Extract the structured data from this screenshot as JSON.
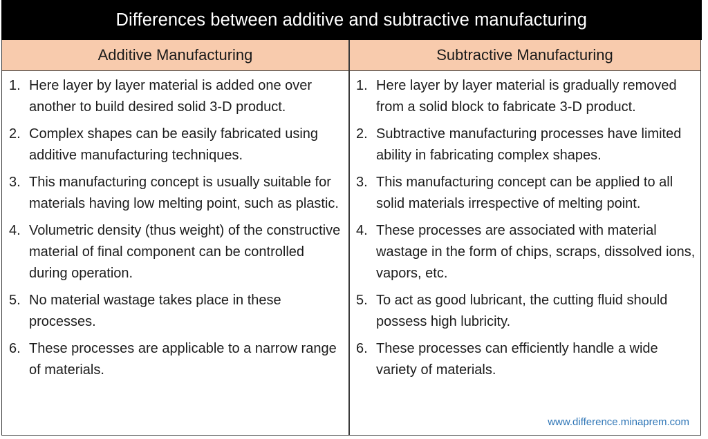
{
  "title": "Differences between additive and subtractive manufacturing",
  "columns": [
    {
      "header": "Additive Manufacturing",
      "items": [
        {
          "num": "1.",
          "text": "Here layer by layer material is added one over another to build desired solid 3-D product."
        },
        {
          "num": "2.",
          "text": "Complex shapes can be easily fabricated using additive manufacturing techniques."
        },
        {
          "num": "3.",
          "text": "This manufacturing concept is usually suitable for materials having low melting point, such as plastic."
        },
        {
          "num": "4.",
          "text": "Volumetric density (thus weight) of the constructive material of final component can be controlled during operation."
        },
        {
          "num": "5.",
          "text": "No material wastage takes place in these processes."
        },
        {
          "num": "6.",
          "text": "These processes are applicable to a narrow range of materials."
        }
      ]
    },
    {
      "header": "Subtractive Manufacturing",
      "items": [
        {
          "num": "1.",
          "text": "Here layer by layer material is gradually removed from a solid block to fabricate 3-D product."
        },
        {
          "num": "2.",
          "text": "Subtractive manufacturing processes have limited ability in fabricating complex shapes."
        },
        {
          "num": "3.",
          "text": "This manufacturing concept can be applied to all solid materials irrespective of melting point."
        },
        {
          "num": "4.",
          "text": "These processes are associated with material wastage in the form of chips, scraps, dissolved ions, vapors, etc."
        },
        {
          "num": "5.",
          "text": "To act as good lubricant, the cutting fluid should possess high lubricity."
        },
        {
          "num": "6.",
          "text": "These processes can efficiently handle a wide variety of materials."
        }
      ]
    }
  ],
  "watermark": "www.difference.minaprem.com",
  "colors": {
    "title_bg": "#000000",
    "header_bg": "#f8cbad",
    "watermark": "#2e75b6",
    "border": "#3a3a3a"
  }
}
